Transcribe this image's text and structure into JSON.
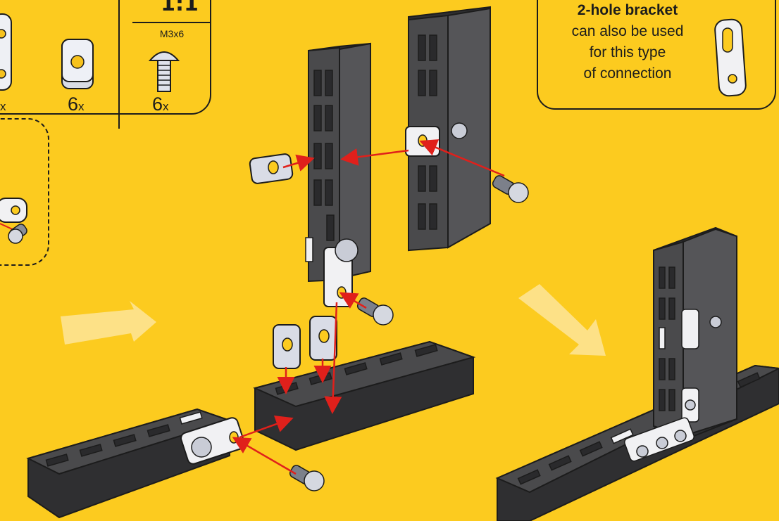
{
  "parts": {
    "scale": "1:1",
    "screw_spec": "M3x6",
    "qty_bracket": "x",
    "qty_nut": "6",
    "qty_nut_unit": "x",
    "qty_screw": "6",
    "qty_screw_unit": "x"
  },
  "note": {
    "title": "2-hole bracket",
    "line1": "can also be used",
    "line2": "for this type",
    "line3": "of connection"
  },
  "colors": {
    "background": "#FCCB1F",
    "beam": "#4a4a4c",
    "beam_dark": "#2f2f31",
    "bracket": "#f1f1f3",
    "screw": "#9a9da6",
    "arrow": "#e0201b",
    "step_arrow": "#fde59a"
  }
}
